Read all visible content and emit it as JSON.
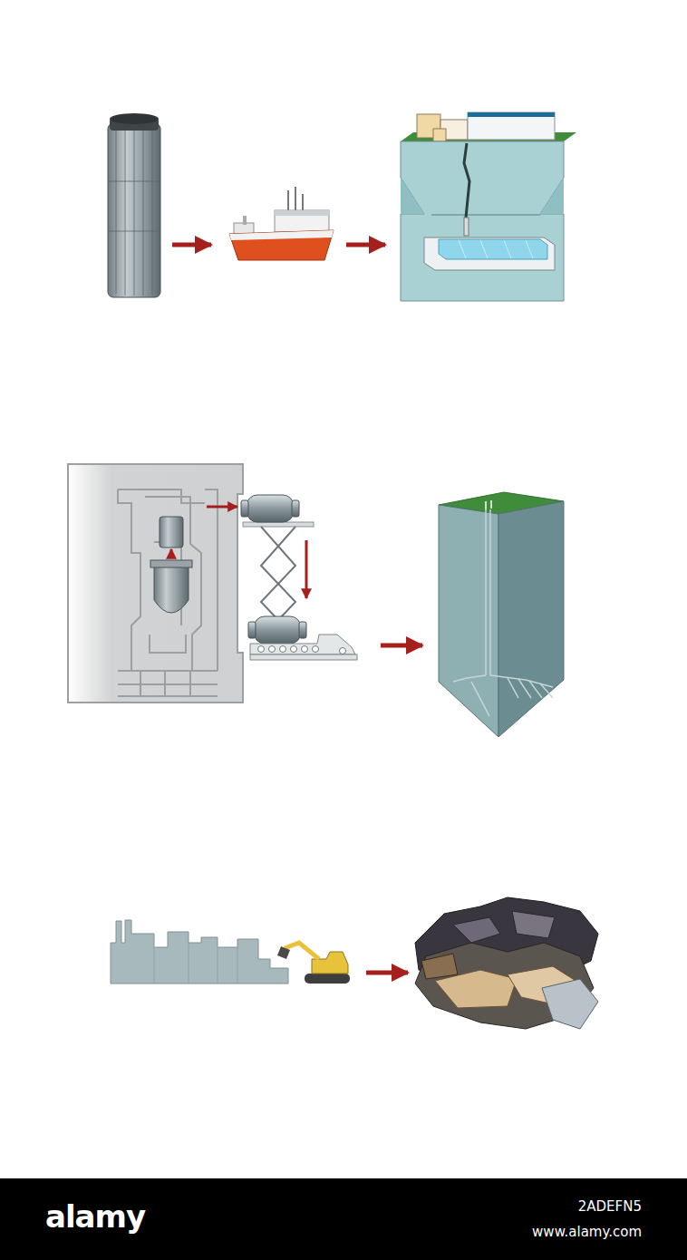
{
  "diagram": {
    "labels": [
      "alamy",
      "2ADEFN5",
      "www.alamy.com"
    ]
  }
}
